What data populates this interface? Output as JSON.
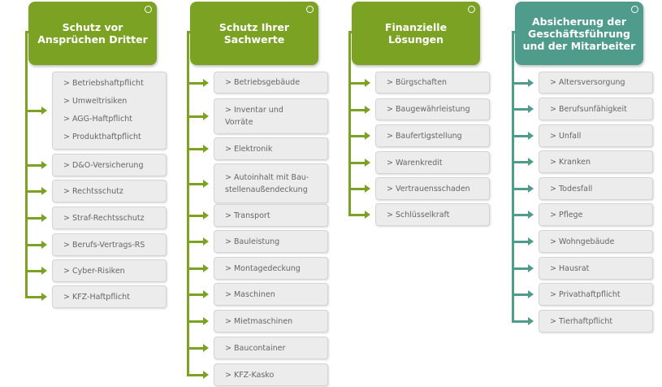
{
  "colors": {
    "green": "#7ba222",
    "teal": "#4f9b8c"
  },
  "columns": [
    {
      "header": "Schutz vor Ansprüchen Dritter",
      "color": "green",
      "items": [
        {
          "lines": [
            "> Betriebshaftpflicht",
            "> Umweltrisiken",
            "> AGG-Haftpflicht",
            "> Produkthaftpflicht"
          ]
        },
        {
          "lines": [
            "> D&O-Versicherung"
          ]
        },
        {
          "lines": [
            "> Rechtsschutz"
          ]
        },
        {
          "lines": [
            "> Straf-Rechtsschutz"
          ]
        },
        {
          "lines": [
            "> Berufs-Vertrags-RS"
          ]
        },
        {
          "lines": [
            "> Cyber-Risiken"
          ]
        },
        {
          "lines": [
            "> KFZ-Haftpflicht"
          ]
        }
      ]
    },
    {
      "header": "Schutz Ihrer Sachwerte",
      "color": "green",
      "items": [
        {
          "lines": [
            "> Betriebsgebäude"
          ]
        },
        {
          "lines": [
            "> Inventar und",
            "Vorräte"
          ]
        },
        {
          "lines": [
            "> Elektronik"
          ]
        },
        {
          "lines": [
            "> Autoinhalt mit Bau-",
            "stellenaußendeckung"
          ]
        },
        {
          "lines": [
            "> Transport"
          ]
        },
        {
          "lines": [
            "> Bauleistung"
          ]
        },
        {
          "lines": [
            "> Montagedeckung"
          ]
        },
        {
          "lines": [
            "> Maschinen"
          ]
        },
        {
          "lines": [
            "> Mietmaschinen"
          ]
        },
        {
          "lines": [
            "> Baucontainer"
          ]
        },
        {
          "lines": [
            "> KFZ-Kasko"
          ]
        }
      ]
    },
    {
      "header": "Finanzielle Lösungen",
      "color": "green",
      "items": [
        {
          "lines": [
            "> Bürgschaften"
          ]
        },
        {
          "lines": [
            "> Baugewährleistung"
          ]
        },
        {
          "lines": [
            "> Baufertigstellung"
          ]
        },
        {
          "lines": [
            "> Warenkredit"
          ]
        },
        {
          "lines": [
            "> Vertrauensschaden"
          ]
        },
        {
          "lines": [
            "> Schlüsselkraft"
          ]
        }
      ]
    },
    {
      "header": "Absicherung der Geschäftsführung und der Mitarbeiter",
      "color": "teal",
      "items": [
        {
          "lines": [
            "> Altersversorgung"
          ]
        },
        {
          "lines": [
            "> Berufsunfähigkeit"
          ]
        },
        {
          "lines": [
            "> Unfall"
          ]
        },
        {
          "lines": [
            "> Kranken"
          ]
        },
        {
          "lines": [
            "> Todesfall"
          ]
        },
        {
          "lines": [
            "> Pflege"
          ]
        },
        {
          "lines": [
            "> Wohngebäude"
          ]
        },
        {
          "lines": [
            "> Hausrat"
          ]
        },
        {
          "lines": [
            "> Privathaftpflicht"
          ]
        },
        {
          "lines": [
            "> Tierhaftpflicht"
          ]
        }
      ]
    }
  ]
}
